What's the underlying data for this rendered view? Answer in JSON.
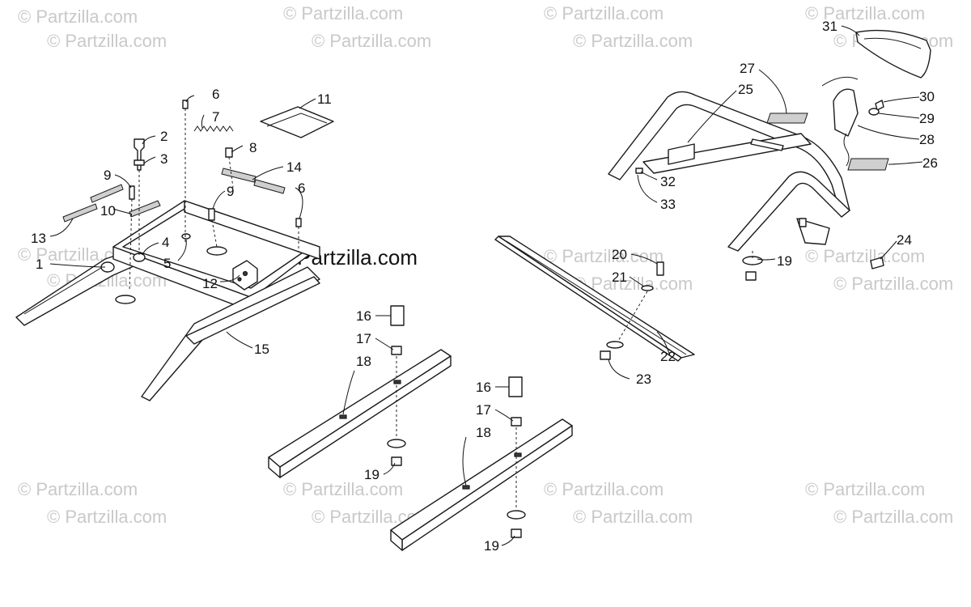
{
  "watermark": {
    "text": "© Partzilla.com",
    "center_text": "©Partzilla.com"
  },
  "callouts": {
    "c1": "1",
    "c2": "2",
    "c3": "3",
    "c4": "4",
    "c5": "5",
    "c6a": "6",
    "c6b": "6",
    "c7": "7",
    "c8": "8",
    "c9a": "9",
    "c9b": "9",
    "c10": "10",
    "c11": "11",
    "c12": "12",
    "c13": "13",
    "c14": "14",
    "c15": "15",
    "c16a": "16",
    "c16b": "16",
    "c17a": "17",
    "c17b": "17",
    "c18a": "18",
    "c18b": "18",
    "c19a": "19",
    "c19b": "19",
    "c19c": "19",
    "c20": "20",
    "c21": "21",
    "c22": "22",
    "c23": "23",
    "c24": "24",
    "c25": "25",
    "c26": "26",
    "c27": "27",
    "c28": "28",
    "c29": "29",
    "c30": "30",
    "c31": "31",
    "c32": "32",
    "c33": "33"
  }
}
